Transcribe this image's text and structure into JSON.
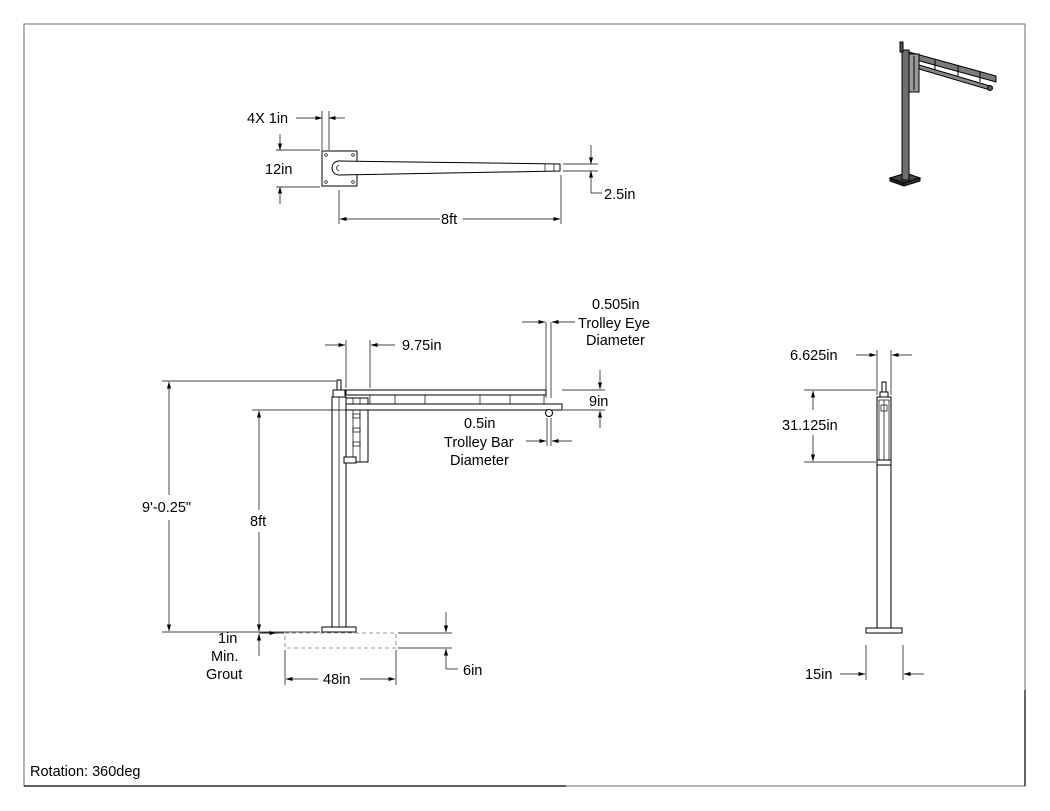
{
  "labels": {
    "top_holes": "4X 1in",
    "top_plate": "12in",
    "top_bar_height": "2.5in",
    "top_length": "8ft",
    "eye_dia_value": "0.505in",
    "eye_dia_line1": "Trolley Eye",
    "eye_dia_line2": "Diameter",
    "offset": "9.75in",
    "boom_height": "9in",
    "bar_dia_value": "0.5in",
    "bar_dia_line1": "Trolley Bar",
    "bar_dia_line2": "Diameter",
    "overall_height": "9'-0.25\"",
    "post_height": "8ft",
    "grout_1": "1in",
    "grout_2": "Min.",
    "grout_3": "Grout",
    "footing_depth": "6in",
    "footing_width": "48in",
    "side_width": "6.625in",
    "side_height": "31.125in",
    "base_width": "15in"
  },
  "footer": {
    "rotation": "Rotation: 360deg"
  }
}
